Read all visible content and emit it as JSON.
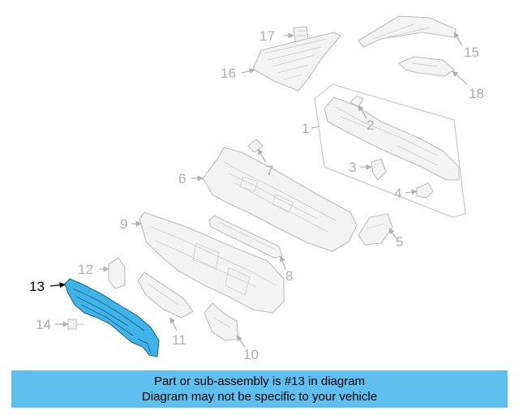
{
  "callouts": [
    "1",
    "2",
    "3",
    "4",
    "5",
    "6",
    "7",
    "8",
    "9",
    "10",
    "11",
    "12",
    "13",
    "14",
    "15",
    "16",
    "17",
    "18"
  ],
  "highlight_part": "13",
  "banner": {
    "line1": "Part or sub-assembly is #13 in diagram",
    "line2": "Diagram may not be specific to your vehicle"
  },
  "colors": {
    "banner": "#5fbfee",
    "highlight": "#3fb4e8"
  }
}
